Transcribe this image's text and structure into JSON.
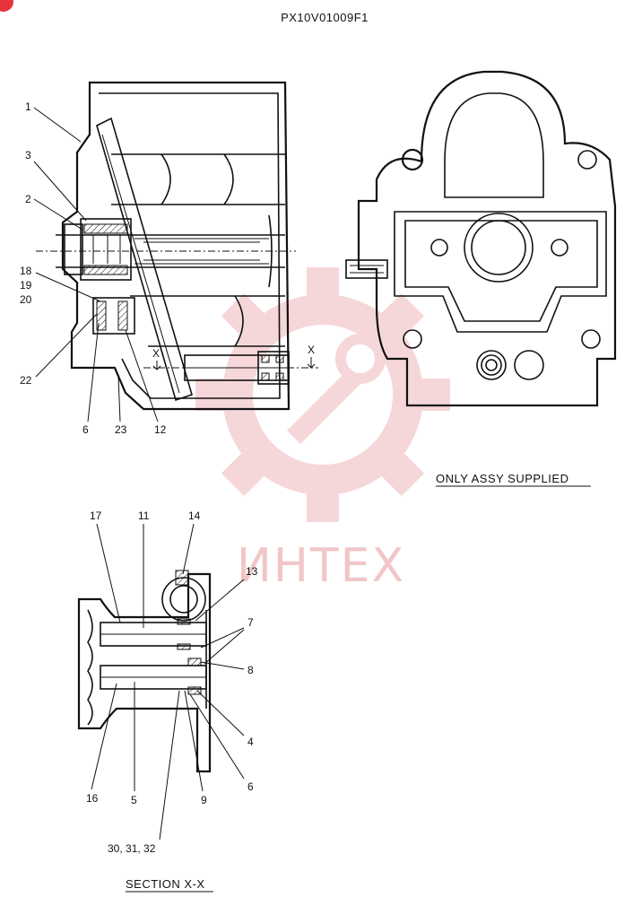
{
  "header": {
    "part_code": "PX10V01009F1"
  },
  "notes": {
    "only_assy": "ONLY ASSY SUPPLIED",
    "section_title": "SECTION X-X"
  },
  "section_marks": {
    "left": "X",
    "right": "X"
  },
  "top_labels": [
    "1",
    "3",
    "2",
    "18",
    "19",
    "20",
    "22",
    "6",
    "23",
    "12"
  ],
  "bottom_labels": [
    "17",
    "11",
    "14",
    "13",
    "7",
    "8",
    "4",
    "6",
    "9",
    "5",
    "16",
    "30, 31, 32"
  ],
  "watermark": {
    "text": "ИНТЕХ",
    "color": "#e8333a"
  },
  "colors": {
    "line": "#111111",
    "watermark_light": "#f1c6c8",
    "badge": "#e8333a"
  }
}
